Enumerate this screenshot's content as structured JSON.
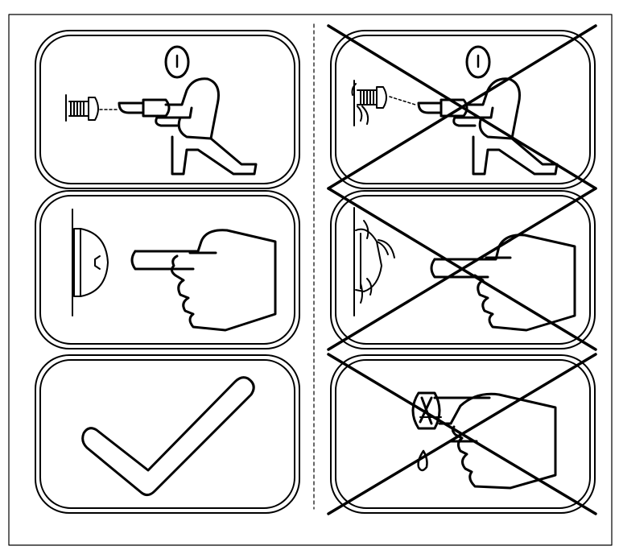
{
  "colors": {
    "ink": "#000000",
    "background": "#ffffff"
  },
  "layout_semantics": {
    "columns": [
      "correct",
      "incorrect"
    ],
    "rows": [
      "tighten-screw",
      "press-in-place",
      "result"
    ]
  },
  "panels": [
    {
      "id": "correct-screwing",
      "column": "correct",
      "depicts": "person-tightening-screw-with-screwdriver-icon",
      "crossed_out": false
    },
    {
      "id": "correct-press",
      "column": "correct",
      "depicts": "finger-pressing-cap-icon",
      "crossed_out": false
    },
    {
      "id": "correct-result",
      "column": "correct",
      "depicts": "checkmark-icon",
      "crossed_out": false
    },
    {
      "id": "incorrect-screwing",
      "column": "incorrect",
      "depicts": "person-overtightening-cracked-screw-icon",
      "crossed_out": true
    },
    {
      "id": "incorrect-press",
      "column": "incorrect",
      "depicts": "finger-pressing-cracked-cap-icon",
      "crossed_out": true
    },
    {
      "id": "incorrect-glue",
      "column": "incorrect",
      "depicts": "hand-with-glue-drop-icon",
      "crossed_out": true
    }
  ]
}
